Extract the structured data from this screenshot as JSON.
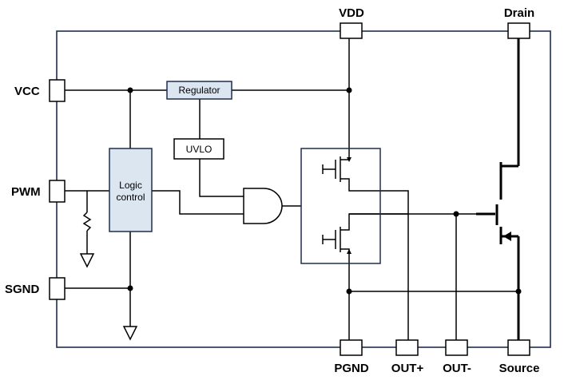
{
  "pins": {
    "vdd": "VDD",
    "drain": "Drain",
    "vcc": "VCC",
    "pwm": "PWM",
    "sgnd": "SGND",
    "pgnd": "PGND",
    "out_plus": "OUT+",
    "out_minus": "OUT-",
    "source": "Source"
  },
  "blocks": {
    "regulator": "Regulator",
    "uvlo": "UVLO",
    "logic_line1": "Logic",
    "logic_line2": "control"
  },
  "colors": {
    "frame": "#1f2f4f",
    "block_fill": "#dce6f1",
    "wire": "#000000"
  }
}
